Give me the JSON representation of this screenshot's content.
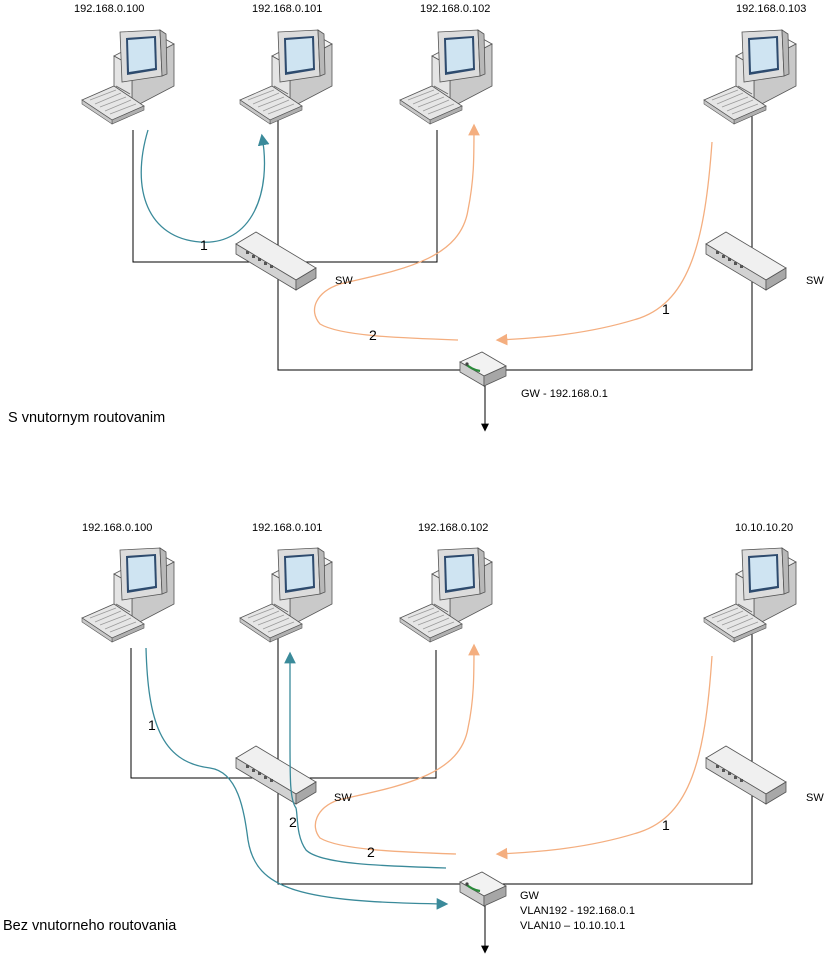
{
  "colors": {
    "teal": "#3a8a9a",
    "orange": "#f4ae7f",
    "wire": "#000000"
  },
  "top": {
    "hosts": [
      "192.168.0.100",
      "192.168.0.101",
      "192.168.0.102",
      "192.168.0.103"
    ],
    "switch_label_left": "SW",
    "switch_label_right": "SW",
    "gw_label": "GW - 192.168.0.1",
    "flow_labels": {
      "teal_1": "1",
      "orange_1": "1",
      "orange_2": "2"
    },
    "caption": "S vnutornym routovanim"
  },
  "bottom": {
    "hosts": [
      "192.168.0.100",
      "192.168.0.101",
      "192.168.0.102",
      "10.10.10.20"
    ],
    "switch_label_left": "SW",
    "switch_label_right": "SW",
    "gw_label_title": "GW",
    "gw_label_vlan192": "VLAN192 - 192.168.0.1",
    "gw_label_vlan10": "VLAN10 – 10.10.10.1",
    "flow_labels": {
      "teal_1": "1",
      "teal_2": "2",
      "orange_1": "1",
      "orange_2": "2"
    },
    "caption": "Bez vnutorneho routovania"
  },
  "icons": [
    "computer-icon",
    "switch-icon",
    "router-icon"
  ]
}
